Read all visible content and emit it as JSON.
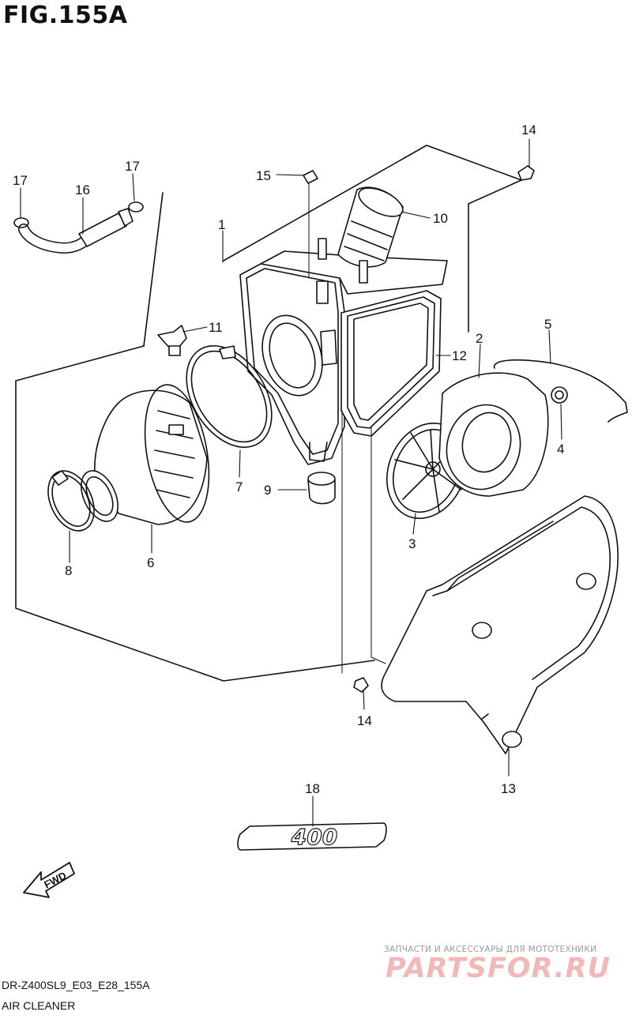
{
  "figure": {
    "title": "FIG.155A"
  },
  "callouts": [
    {
      "id": "1",
      "label": "1"
    },
    {
      "id": "2",
      "label": "2"
    },
    {
      "id": "3",
      "label": "3"
    },
    {
      "id": "4",
      "label": "4"
    },
    {
      "id": "5",
      "label": "5"
    },
    {
      "id": "6",
      "label": "6"
    },
    {
      "id": "7",
      "label": "7"
    },
    {
      "id": "8",
      "label": "8"
    },
    {
      "id": "9",
      "label": "9"
    },
    {
      "id": "10",
      "label": "10"
    },
    {
      "id": "11",
      "label": "11"
    },
    {
      "id": "12",
      "label": "12"
    },
    {
      "id": "13",
      "label": "13"
    },
    {
      "id": "14a",
      "label": "14"
    },
    {
      "id": "14b",
      "label": "14"
    },
    {
      "id": "15",
      "label": "15"
    },
    {
      "id": "16",
      "label": "16"
    },
    {
      "id": "17a",
      "label": "17"
    },
    {
      "id": "17b",
      "label": "17"
    },
    {
      "id": "18",
      "label": "18"
    }
  ],
  "emblem": {
    "text": "400"
  },
  "fwd_arrow": {
    "text": "FWD"
  },
  "footer": {
    "code": "DR-Z400SL9_E03_E28_155A",
    "name": "AIR CLEANER"
  },
  "watermark": {
    "tagline": "ЗАПЧАСТИ И АКСЕССУАРЫ ДЛЯ МОТОТЕХНИКИ",
    "logo": "PARTSFOR.RU"
  },
  "colors": {
    "line": "#111111",
    "watermark_logo": "#f2b8b8",
    "watermark_text": "#9a9a9a"
  }
}
